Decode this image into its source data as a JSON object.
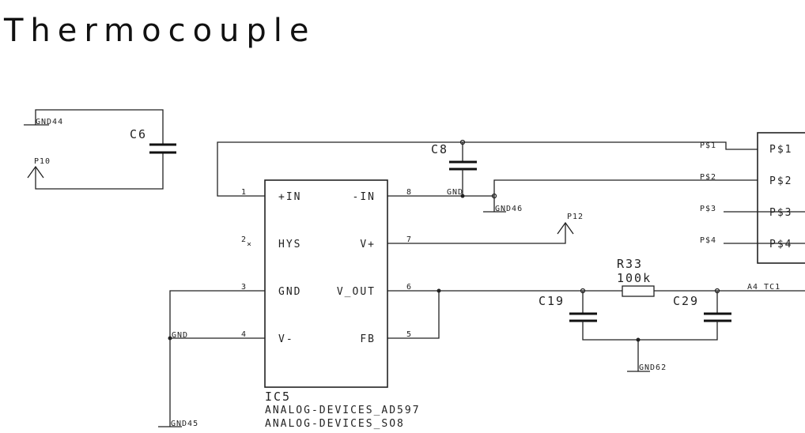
{
  "title": "Thermocouple",
  "ic": {
    "name": "IC5",
    "part": "ANALOG-DEVICES_AD597",
    "package": "ANALOG-DEVICES_SO8",
    "left_pins": [
      {
        "num": "1",
        "label": "+IN"
      },
      {
        "num": "2",
        "label": "HYS"
      },
      {
        "num": "3",
        "label": "GND"
      },
      {
        "num": "4",
        "label": "V-"
      }
    ],
    "right_pins": [
      {
        "num": "8",
        "label": "-IN"
      },
      {
        "num": "7",
        "label": "V+"
      },
      {
        "num": "6",
        "label": "V_OUT"
      },
      {
        "num": "5",
        "label": "FB"
      }
    ]
  },
  "components": {
    "c6": "C6",
    "c8": "C8",
    "c19": "C19",
    "c29": "C29",
    "r33": "R33",
    "r33_value": "100k"
  },
  "nets": {
    "gnd44": "GND44",
    "p10": "P10",
    "gnd46": "GND46",
    "gnd": "GND",
    "p12": "P12",
    "gnd_v": "GND",
    "gnd45": "GND45",
    "gnd62": "GND62",
    "a4_tc1": "A4_TC1"
  },
  "connector": {
    "net_labels": [
      "P$1",
      "P$2",
      "P$3",
      "P$4"
    ],
    "pin_labels": [
      "P$1",
      "P$2",
      "P$3",
      "P$4"
    ]
  }
}
